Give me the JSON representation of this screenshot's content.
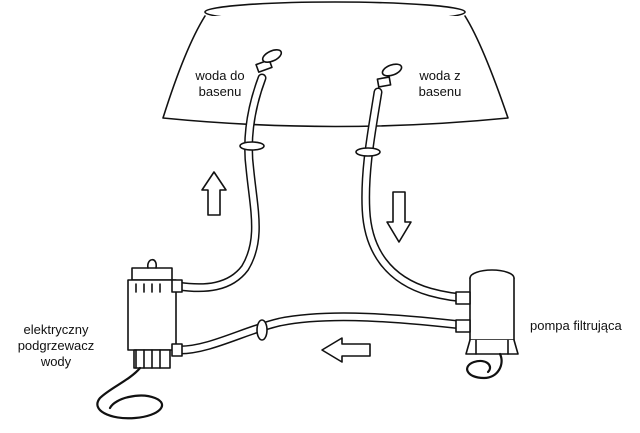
{
  "labels": {
    "inflow": {
      "line1": "woda do",
      "line2": "basenu"
    },
    "outflow": {
      "line1": "woda z",
      "line2": "basenu"
    },
    "heater": {
      "line1": "elektryczny",
      "line2": "podgrzewacz",
      "line3": "wody"
    },
    "pump": "pompa filtrująca"
  },
  "arrows": [
    {
      "name": "flow-arrow-up-icon",
      "direction": "up"
    },
    {
      "name": "flow-arrow-down-icon",
      "direction": "down"
    },
    {
      "name": "flow-arrow-left-icon",
      "direction": "left"
    }
  ],
  "colors": {
    "stroke": "#111111",
    "fill": "#ffffff"
  }
}
